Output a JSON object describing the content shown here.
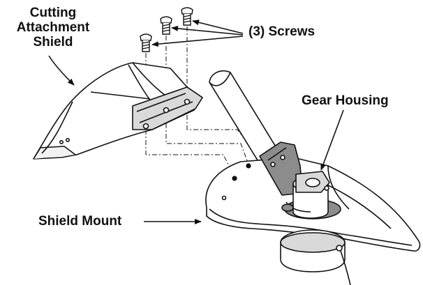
{
  "callouts": {
    "cutting_attachment_shield": [
      "Cutting",
      "Attachment",
      "Shield"
    ],
    "screws": "(3) Screws",
    "gear_housing": "Gear Housing",
    "shield_mount": "Shield Mount"
  },
  "colors": {
    "ink": "#111111",
    "background": "#ffffff",
    "shade": "#d9d9d9",
    "dark_shade": "#8c8c8c"
  }
}
